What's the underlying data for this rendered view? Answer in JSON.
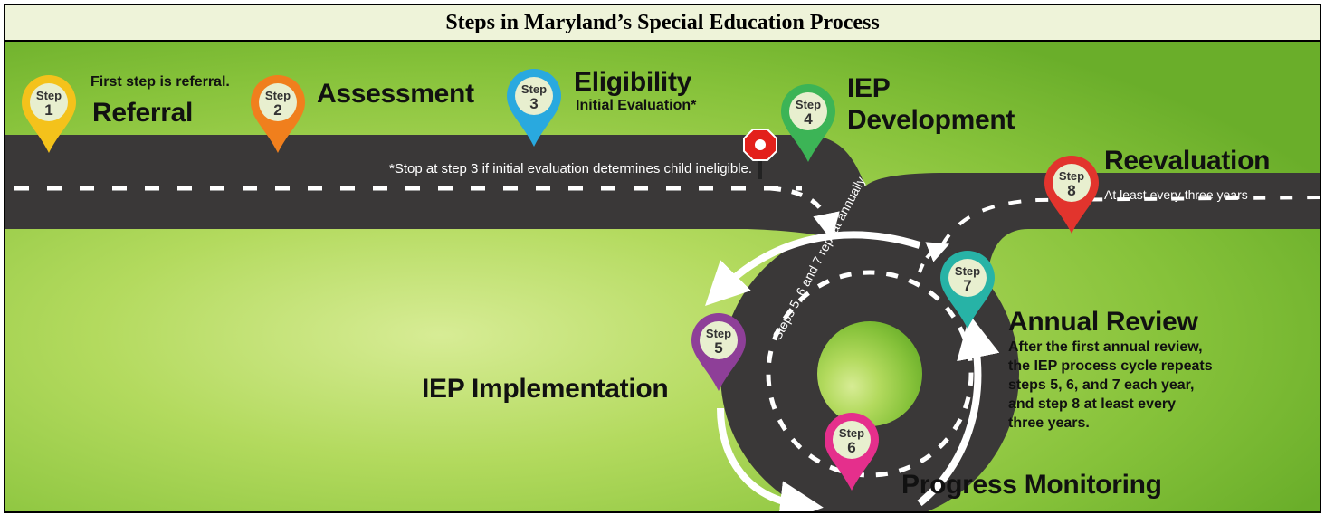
{
  "title": "Steps in Maryland’s Special Education Process",
  "colors": {
    "background_light": "#cfe88a",
    "background_dark": "#6fb22e",
    "road": "#3a3838",
    "road_dash": "#ffffff",
    "pin_yellow": "#f4c21b",
    "pin_orange": "#f07f1d",
    "pin_blue": "#29a9df",
    "pin_green": "#3cb456",
    "pin_purple": "#8e3f98",
    "pin_pink": "#e52f8c",
    "pin_teal": "#27b3a6",
    "pin_red": "#e2342d",
    "stop_sign": "#e3201b"
  },
  "steps": [
    {
      "label": "Step",
      "number": "1",
      "color": "pin_yellow",
      "intro": "First step is referral.",
      "name": "Referral"
    },
    {
      "label": "Step",
      "number": "2",
      "color": "pin_orange",
      "name": "Assessment"
    },
    {
      "label": "Step",
      "number": "3",
      "color": "pin_blue",
      "name": "Eligibility",
      "subtitle": "Initial Evaluation*"
    },
    {
      "label": "Step",
      "number": "4",
      "color": "pin_green",
      "name_line1": "IEP",
      "name_line2": "Development"
    },
    {
      "label": "Step",
      "number": "5",
      "color": "pin_purple",
      "name": "IEP Implementation"
    },
    {
      "label": "Step",
      "number": "6",
      "color": "pin_pink",
      "name": "Progress Monitoring"
    },
    {
      "label": "Step",
      "number": "7",
      "color": "pin_teal",
      "name": "Annual Review",
      "description": [
        "After the first annual review,",
        "the IEP process cycle repeats",
        "steps 5, 6, and 7 each year,",
        "and step 8 at least every",
        "three years."
      ]
    },
    {
      "label": "Step",
      "number": "8",
      "color": "pin_red",
      "name": "Reevaluation",
      "subtitle": "At least every three years"
    }
  ],
  "notes": {
    "stop_note": "*Stop at step 3 if initial evaluation determines child ineligible.",
    "cycle_note": "Steps 5, 6 and 7 repeat annually"
  },
  "icons": {
    "stop_sign": "stop-sign-icon",
    "pin": "map-pin-icon"
  }
}
